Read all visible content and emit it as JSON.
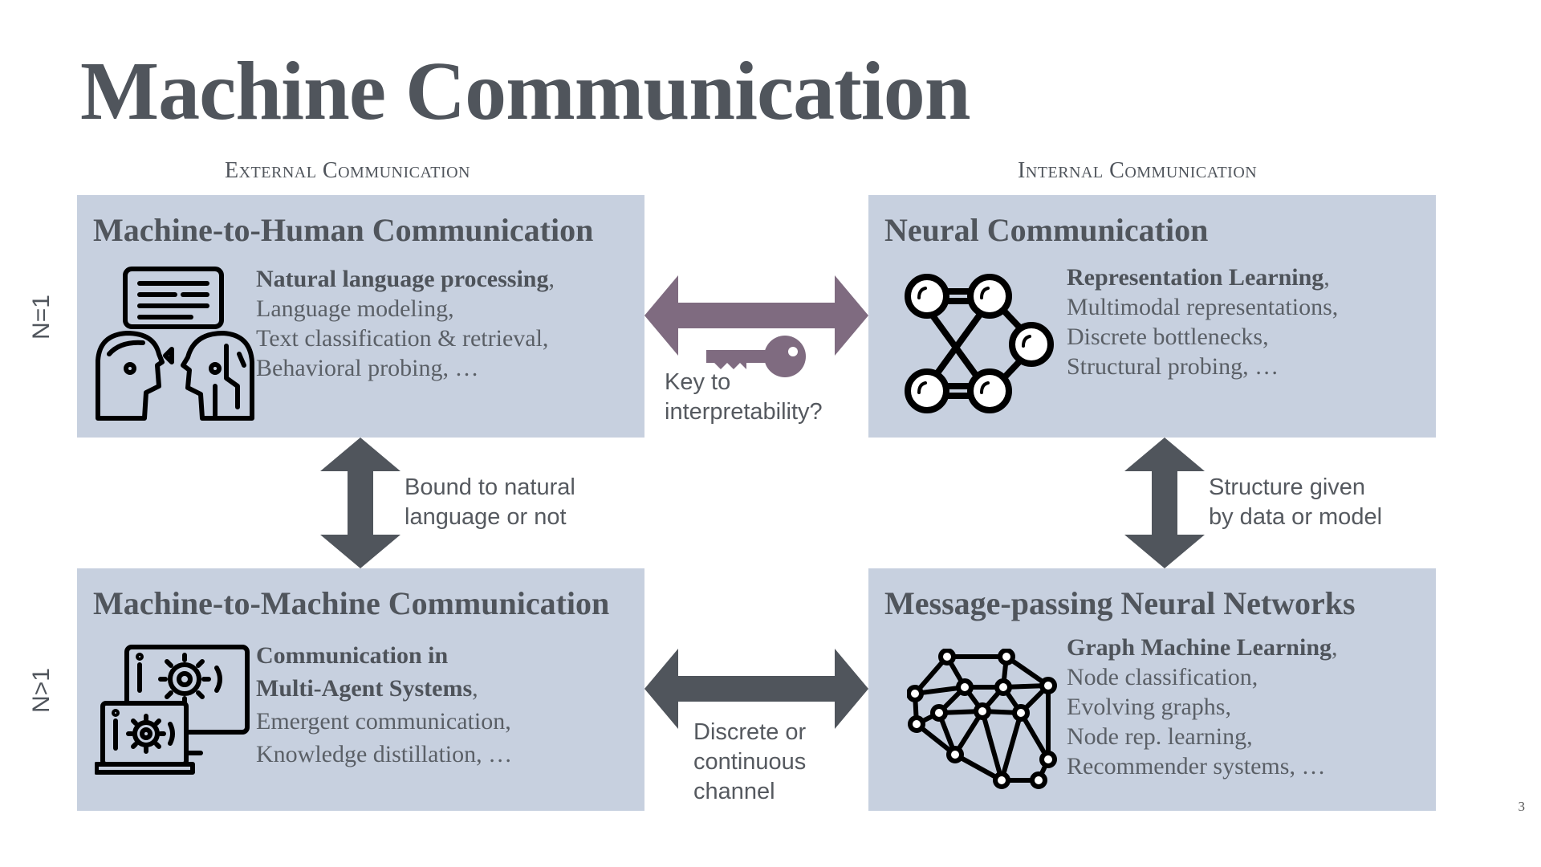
{
  "title": "Machine Communication",
  "columns": {
    "left": "External Communication",
    "right": "Internal Communication"
  },
  "rows": {
    "top": "N=1",
    "bottom": "N>1"
  },
  "boxes": {
    "m2h": {
      "title": "Machine-to-Human Communication",
      "bold": "Natural language processing",
      "bold_suffix": ",",
      "lines": [
        "Language modeling,",
        "Text classification & retrieval,",
        "Behavioral probing, …"
      ],
      "icon": "human-ai-conversation-icon"
    },
    "neural": {
      "title": "Neural Communication",
      "bold": "Representation Learning",
      "bold_suffix": ",",
      "lines": [
        "Multimodal representations,",
        "Discrete bottlenecks,",
        "Structural probing, …"
      ],
      "icon": "neural-network-icon"
    },
    "m2m": {
      "title": "Machine-to-Machine Communication",
      "bold_lines": [
        "Communication in",
        "Multi-Agent Systems"
      ],
      "bold_suffix": ",",
      "lines": [
        "Emergent communication,",
        "Knowledge distillation, …"
      ],
      "icon": "computers-gear-icon"
    },
    "mpnn": {
      "title": "Message-passing Neural Networks",
      "bold": "Graph Machine Learning",
      "bold_suffix": ",",
      "lines": [
        "Node classification,",
        "Evolving graphs,",
        "Node rep. learning,",
        "Recommender systems, …"
      ],
      "icon": "graph-network-icon"
    }
  },
  "arrows": {
    "top_h": {
      "label1": "Key to",
      "label2": "interpretability?",
      "icon": "key-icon",
      "color": "#7f6b80"
    },
    "left_v": {
      "label1": "Bound to natural",
      "label2": "language or not",
      "color": "#50555c"
    },
    "right_v": {
      "label1": "Structure given",
      "label2": "by data or model",
      "color": "#50555c"
    },
    "bottom_h": {
      "label1": "Discrete or",
      "label2": "continuous",
      "label3": "channel",
      "color": "#50555c"
    }
  },
  "page_number": "3",
  "colors": {
    "box": "#c7d0df",
    "text": "#50555c",
    "accent": "#7f6b80"
  }
}
